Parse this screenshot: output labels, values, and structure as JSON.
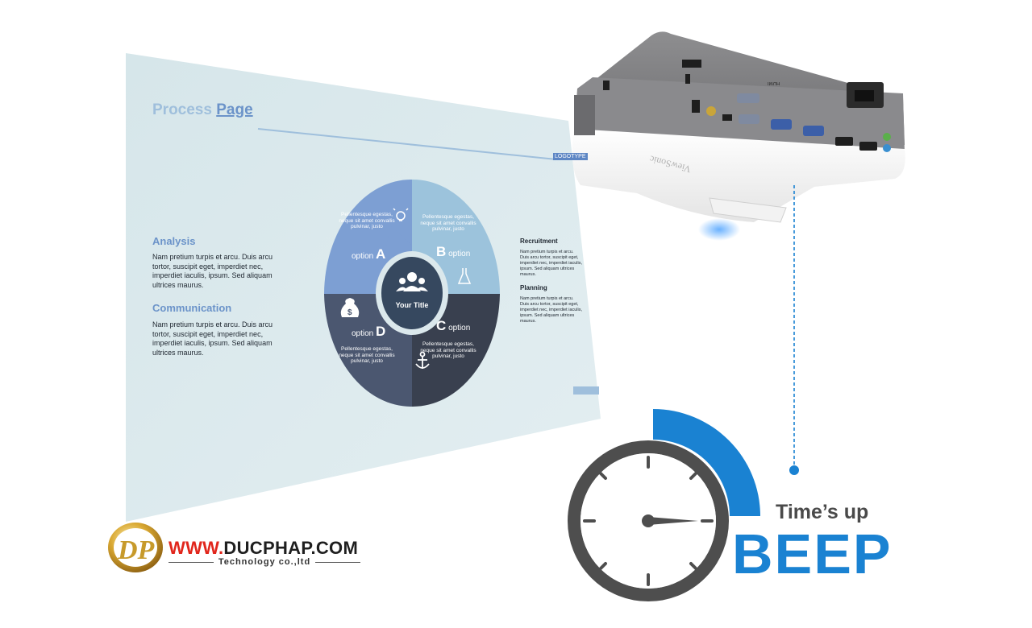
{
  "slide": {
    "title_part1": "Process ",
    "title_part2": "Page",
    "logo_tag": "LOGOTYPE",
    "analysis_heading": "Analysis",
    "analysis_body": "Nam pretium turpis et arcu. Duis arcu tortor, suscipit eget, imperdiet nec, imperdiet iaculis, ipsum. Sed aliquam ultrices maurus.",
    "communication_heading": "Communication",
    "communication_body": "Nam pretium turpis et arcu. Duis arcu tortor, suscipit eget, imperdiet nec, imperdiet iaculis, ipsum. Sed aliquam ultrices maurus.",
    "recruitment_heading": "Recruitment",
    "recruitment_body": "Nam pretium turpis et arcu. Duis arcu tortor, suscipit eget, imperdiet nec, imperdiet iaculis, ipsum. Sed aliquam ultrices maurus.",
    "planning_heading": "Planning",
    "planning_body": "Nam pretium turpis et arcu. Duis arcu tortor, suscipit eget, imperdiet nec, imperdiet iaculis, ipsum. Sed aliquam ultrices maurus.",
    "center_title": "Your Title",
    "segment_text": "Pellentesque egestas, neque sit amet convallis pulvinar, justo",
    "option_word": "option",
    "letters": [
      "A",
      "B",
      "C",
      "D"
    ],
    "icons": [
      "lightbulb-icon",
      "flask-icon",
      "anchor-icon",
      "money-bag-icon",
      "people-icon"
    ]
  },
  "projector": {
    "brand": "ViewSonic",
    "port_label": "HDMI"
  },
  "timer": {
    "caption": "Time’s up",
    "beep": "BEEP",
    "icon": "stopwatch-icon"
  },
  "watermark": {
    "monogram": "DP",
    "site_prefix": "WWW.",
    "site_rest": "DUCPHAP.COM",
    "tagline": "Technology co.,ltd"
  },
  "colors": {
    "screen": "#dbe8ec",
    "seg_a": "#7d9fd3",
    "seg_b": "#9cc3dc",
    "seg_c": "#39404f",
    "seg_d": "#4b5770",
    "accent_blue": "#1a82d2",
    "clock_gray": "#4e4e4e",
    "brand_red": "#e1261c",
    "gold": "#c79a2b"
  }
}
